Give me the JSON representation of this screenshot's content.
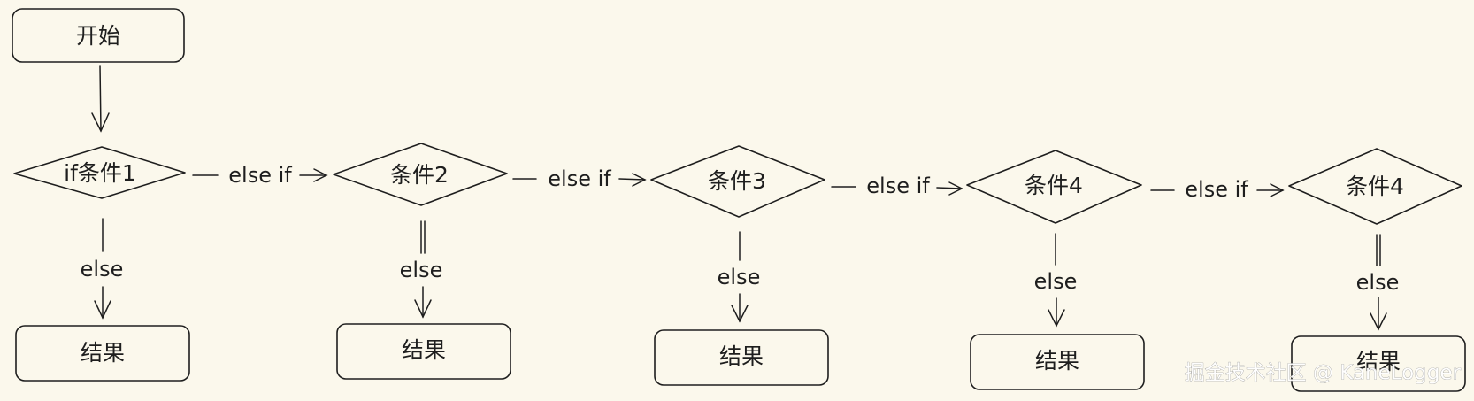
{
  "diagram": {
    "start": "开始",
    "conditions": [
      "if条件1",
      "条件2",
      "条件3",
      "条件4",
      "条件4"
    ],
    "results": [
      "结果",
      "结果",
      "结果",
      "结果",
      "结果"
    ],
    "else_if_label": "else if",
    "else_label": "else"
  },
  "watermark": "掘金技术社区 @ KaneLogger"
}
